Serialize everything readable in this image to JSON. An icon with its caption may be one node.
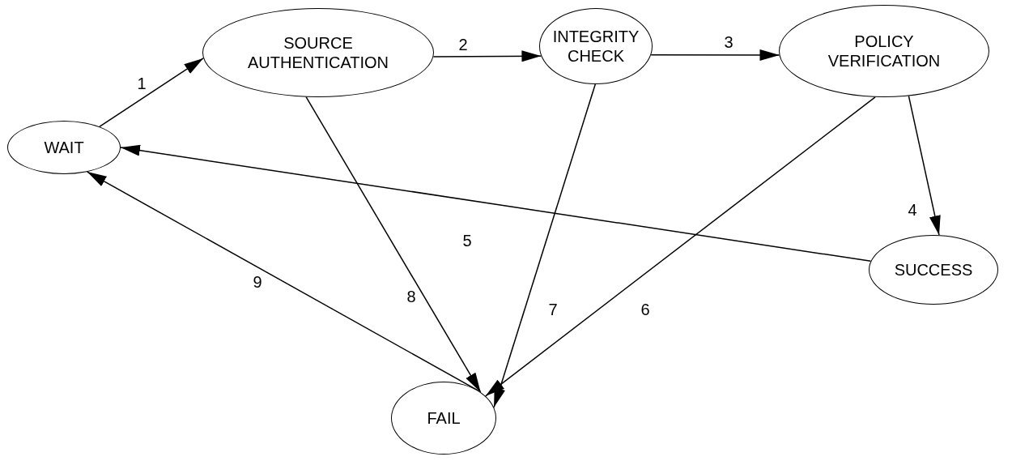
{
  "diagram": {
    "nodes": [
      {
        "text": [
          "WAIT"
        ]
      },
      {
        "text": [
          "SOURCE AUTHENTICATION"
        ]
      },
      {
        "text": [
          "INTEGRITY CHECK"
        ]
      },
      {
        "text": [
          "POLICY VERIFICATION"
        ]
      },
      {
        "text": [
          "SUCCESS"
        ]
      },
      {
        "text": [
          "FAIL"
        ]
      }
    ],
    "edges": [
      {
        "from": 0,
        "to": 1,
        "arrow": "to",
        "label": "1"
      },
      {
        "from": 1,
        "to": 2,
        "arrow": "to",
        "label": "2"
      },
      {
        "from": 2,
        "to": 3,
        "arrow": "to",
        "label": "3"
      },
      {
        "from": 3,
        "to": 4,
        "arrow": "to",
        "label": "4"
      },
      {
        "from": 4,
        "to": 0,
        "arrow": "to",
        "label": "5"
      },
      {
        "from": 3,
        "to": 5,
        "arrow": "to",
        "label": "6"
      },
      {
        "from": 2,
        "to": 5,
        "arrow": "to",
        "label": "7"
      },
      {
        "from": 1,
        "to": 5,
        "arrow": "to",
        "label": "8"
      },
      {
        "from": 5,
        "to": 0,
        "arrow": "to",
        "label": "9"
      }
    ]
  }
}
